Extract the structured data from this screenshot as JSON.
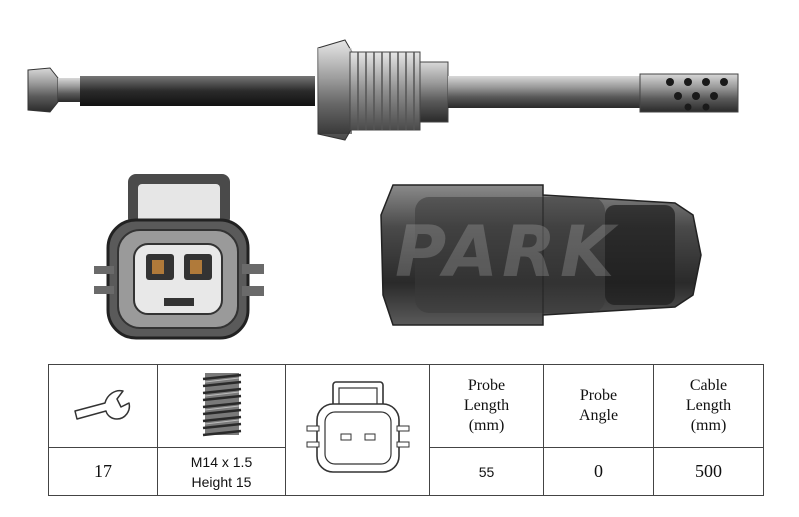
{
  "watermark": "PARK",
  "table": {
    "icons": [
      "wrench-icon",
      "thread-icon",
      "connector-icon"
    ],
    "headers": {
      "probe_length": [
        "Probe",
        "Length",
        "(mm)"
      ],
      "probe_angle": [
        "Probe",
        "Angle"
      ],
      "cable_length": [
        "Cable",
        "Length",
        "(mm)"
      ]
    },
    "values": {
      "wrench_size": "17",
      "thread_line1": "M14 x 1.5",
      "thread_line2": "Height 15",
      "connector": "",
      "probe_length": "55",
      "probe_angle": "0",
      "cable_length": "500"
    }
  }
}
